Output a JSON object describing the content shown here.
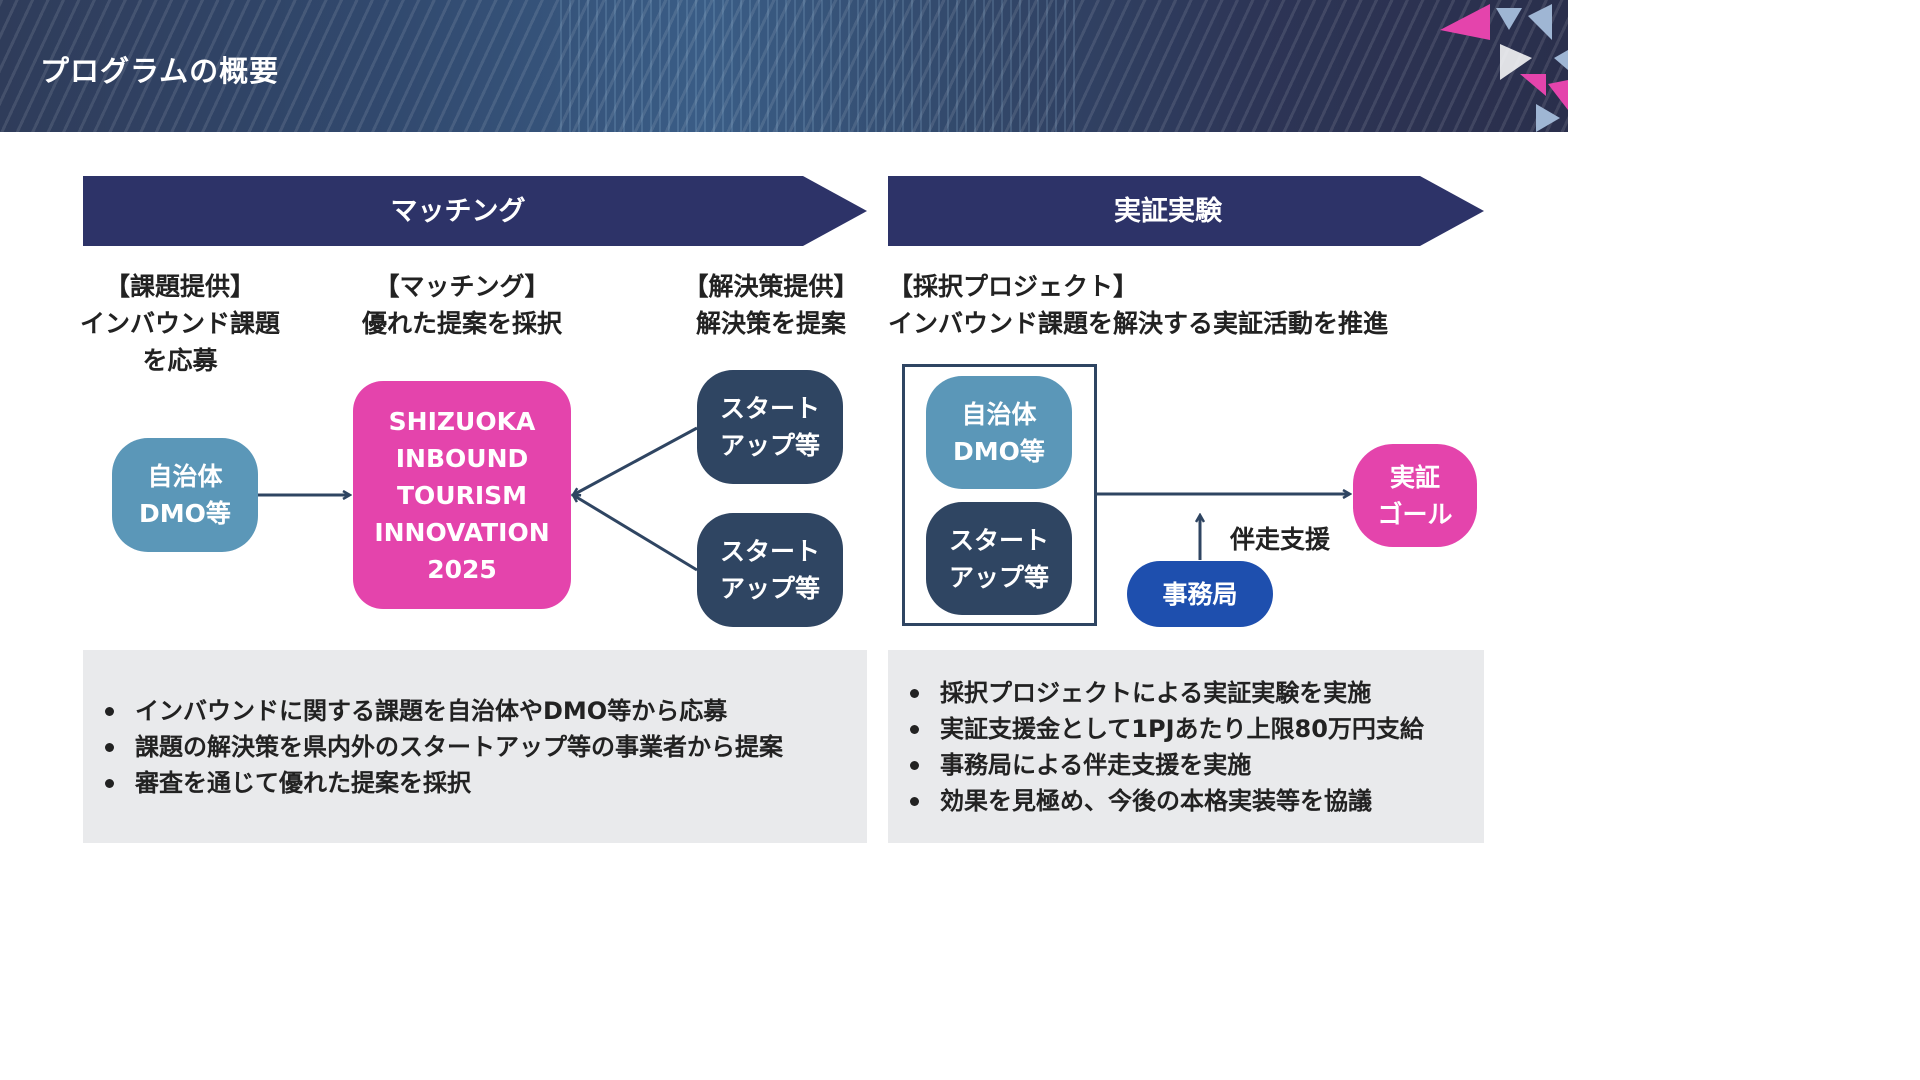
{
  "header": {
    "title": "プログラムの概要"
  },
  "phases": {
    "matching": "マッチング",
    "poc": "実証実験"
  },
  "headings": {
    "issue": [
      "【課題提供】",
      "インバウンド課題",
      "を応募"
    ],
    "match": [
      "【マッチング】",
      "優れた提案を採択"
    ],
    "solution": [
      "【解決策提供】",
      "解決策を提案"
    ],
    "project": [
      "【採択プロジェクト】",
      "インバウンド課題を解決する実証活動を推進"
    ]
  },
  "nodes": {
    "municipality": [
      "自治体",
      "DMO等"
    ],
    "program": [
      "SHIZUOKA",
      "INBOUND",
      "TOURISM",
      "INNOVATION",
      "2025"
    ],
    "startup_a": [
      "スタート",
      "アップ等"
    ],
    "startup_b": [
      "スタート",
      "アップ等"
    ],
    "project_municipality": [
      "自治体",
      "DMO等"
    ],
    "project_startup": [
      "スタート",
      "アップ等"
    ],
    "secretariat": "事務局",
    "goal": [
      "実証",
      "ゴール"
    ],
    "support_label": "伴走支援"
  },
  "panels": {
    "left": [
      "インバウンドに関する課題を自治体やDMO等から応募",
      "課題の解決策を県内外のスタートアップ等の事業者から提案",
      "審査を通じて優れた提案を採択"
    ],
    "right": [
      "採択プロジェクトによる実証実験を実施",
      "実証支援金として1PJあたり上限80万円支給",
      "事務局による伴走支援を実施",
      "効果を見極め、今後の本格実装等を協議"
    ]
  },
  "colors": {
    "navy": "#2d3368",
    "soft_blue": "#5b97b8",
    "dark_slate": "#2f4562",
    "pink": "#e444ac",
    "royal_blue": "#1e4fae",
    "panel_gray": "#e9eaec"
  }
}
